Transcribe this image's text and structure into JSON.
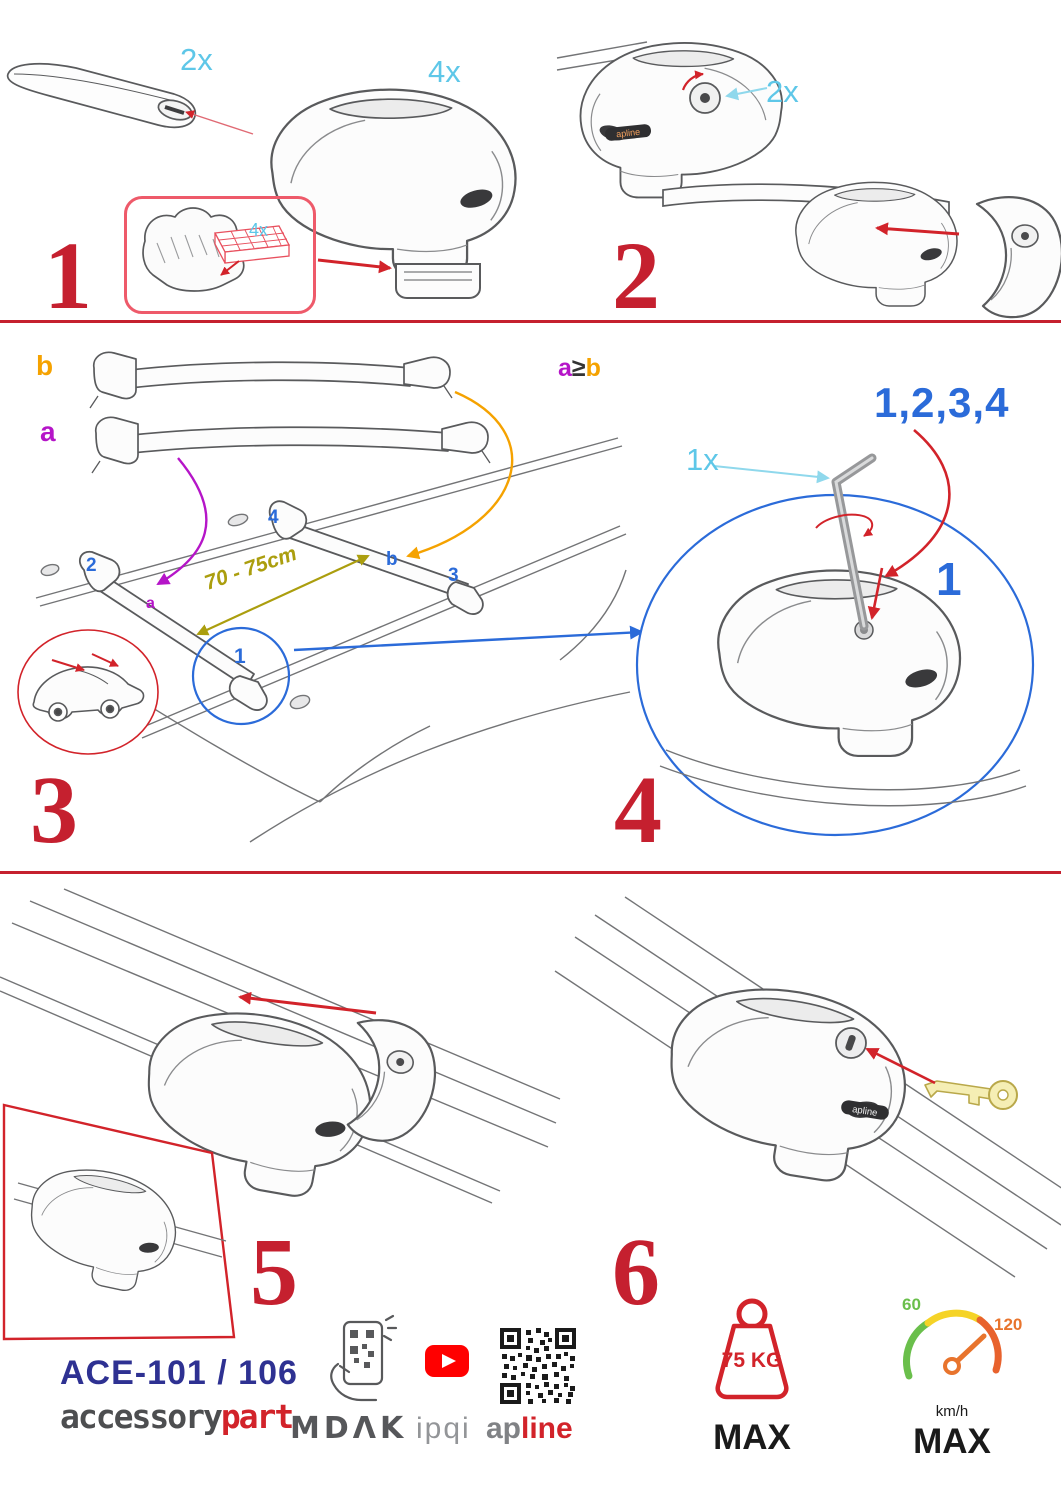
{
  "colors": {
    "red": "#d2232a",
    "crimson_num": "#c5202f",
    "cyan": "#5ec7e8",
    "purple": "#b515c8",
    "orange": "#f5a200",
    "olive": "#ab9e0e",
    "blue": "#2b6bd9",
    "navy": "#2e3192",
    "gray": "#58595b",
    "green": "#6abf4b",
    "speed_red": "#e8742d",
    "youtube_red": "#ff0000"
  },
  "badge": {
    "apline": "apline"
  },
  "step1": {
    "number": "1",
    "bar_qty": "2x",
    "foot_qty": "4x",
    "pad_qty": "4x"
  },
  "step2": {
    "number": "2",
    "lock_qty": "2x"
  },
  "step3": {
    "number": "3",
    "bar_b": "b",
    "bar_a": "a",
    "rule_a": "a",
    "rule_op": "≥",
    "rule_b": "b",
    "distance": "70 - 75cm",
    "pos1": "1",
    "pos2": "2",
    "pos3": "3",
    "pos4": "4",
    "front_pos": "a",
    "rear_pos": "b"
  },
  "step4": {
    "number": "4",
    "tool_qty": "1x",
    "sequence": "1,2,3,4",
    "first": "1"
  },
  "step5": {
    "number": "5"
  },
  "step6": {
    "number": "6"
  },
  "footer": {
    "product_code": "ACE-101 / 106",
    "brand_gray": "accessory",
    "brand_red": "part",
    "logo_mdak": "MDΛK",
    "logo_ipqi": "ipqi",
    "logo_ap": "ap",
    "logo_line": "line",
    "weight": "75 KG",
    "weight_max": "MAX",
    "speed_low": "60",
    "speed_high": "120",
    "speed_unit": "km/h",
    "speed_max": "MAX"
  }
}
